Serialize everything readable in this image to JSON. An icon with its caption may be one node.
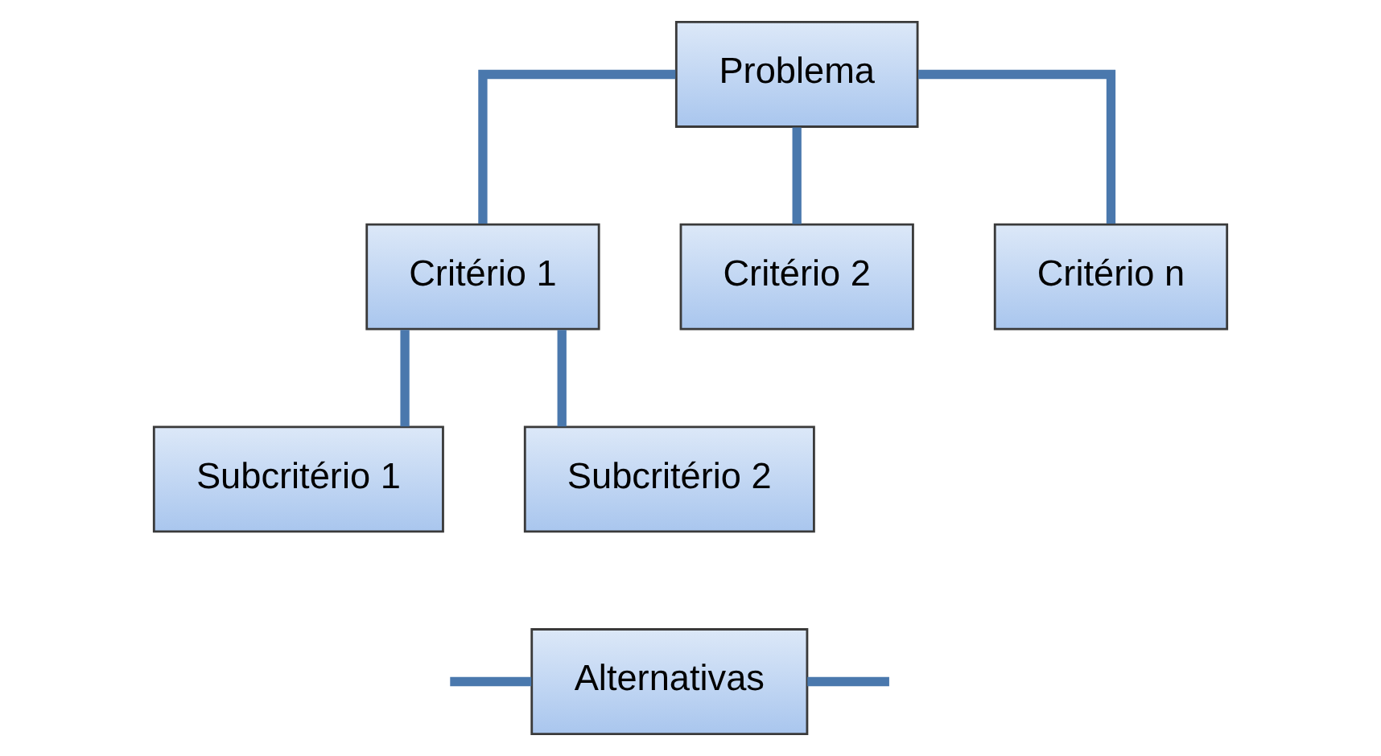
{
  "diagram": {
    "nodes": [
      {
        "text": [
          "Problema"
        ]
      },
      {
        "text": [
          "Critério 1"
        ]
      },
      {
        "text": [
          "Critério 2"
        ]
      },
      {
        "text": [
          "Critério n"
        ]
      },
      {
        "text": [
          "Subcritério 1"
        ]
      },
      {
        "text": [
          "Subcritério 2"
        ]
      },
      {
        "text": [
          "Alternativas"
        ]
      }
    ],
    "edges": [
      {
        "from": 0,
        "to": 1,
        "arrow": "none"
      },
      {
        "from": 0,
        "to": 2,
        "arrow": "none"
      },
      {
        "from": 0,
        "to": 3,
        "arrow": "none"
      },
      {
        "from": 1,
        "to": 4,
        "arrow": "none"
      },
      {
        "from": 1,
        "to": 5,
        "arrow": "none"
      },
      {
        "from": null,
        "to": 6,
        "arrow": "none"
      },
      {
        "from": 6,
        "to": null,
        "arrow": "none"
      }
    ]
  }
}
